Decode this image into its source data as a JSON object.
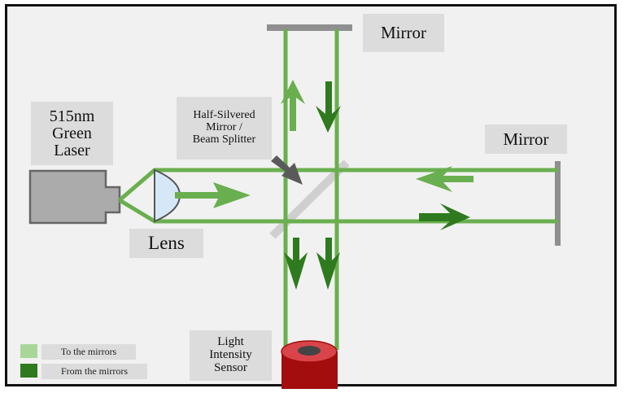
{
  "labels": {
    "laser": [
      "515nm",
      "Green",
      "Laser"
    ],
    "beam_splitter": [
      "Half-Silvered",
      "Mirror /",
      "Beam Splitter"
    ],
    "mirror_top": "Mirror",
    "mirror_right": "Mirror",
    "lens": "Lens",
    "sensor": [
      "Light",
      "Intensity",
      "Sensor"
    ]
  },
  "legend": [
    {
      "label": "To the mirrors",
      "color": "#a8d79a"
    },
    {
      "label": "From the mirrors",
      "color": "#2f7a1e"
    }
  ],
  "colors": {
    "beam": "#6aaf4f",
    "arrow_to": "#6aaf4f",
    "arrow_from": "#2f7a1e",
    "mirror": "#8f8f8f",
    "splitter": "#cfcfcf",
    "laser_body": "#ababab",
    "lens_fill": "#d6e8f7",
    "sensor": "#a30d0d",
    "sensor_top": "#d9444a",
    "pointer_arrow": "#5a5a5a"
  }
}
